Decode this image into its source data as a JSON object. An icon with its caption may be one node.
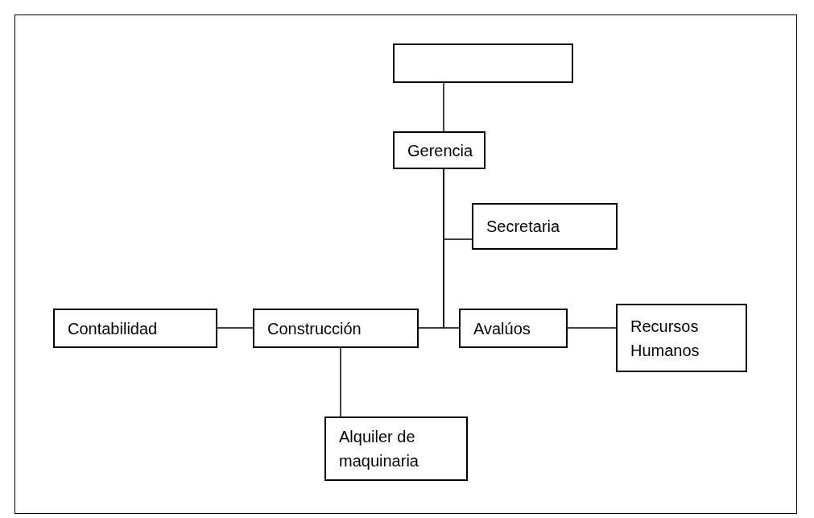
{
  "diagram": {
    "nodes": [
      {
        "text": [],
        "shape": "box"
      },
      {
        "text": [
          "Gerencia"
        ]
      },
      {
        "text": [
          "Secretaria"
        ]
      },
      {
        "text": [
          "Contabilidad"
        ]
      },
      {
        "text": [
          "Construcción"
        ]
      },
      {
        "text": [
          "Avalúos"
        ]
      },
      {
        "text": [
          "Recursos Humanos"
        ]
      },
      {
        "text": [
          "Alquiler de maquinaria"
        ]
      }
    ],
    "edges": [
      {
        "from": 0,
        "to": 1,
        "arrow": "none"
      },
      {
        "from": 1,
        "to": 2,
        "arrow": "none"
      },
      {
        "from": 1,
        "to": 4,
        "arrow": "none"
      },
      {
        "from": 1,
        "to": 5,
        "arrow": "none"
      },
      {
        "from": 3,
        "to": 4,
        "arrow": "none"
      },
      {
        "from": 5,
        "to": 6,
        "arrow": "none"
      },
      {
        "from": 4,
        "to": 7,
        "arrow": "none"
      }
    ]
  }
}
